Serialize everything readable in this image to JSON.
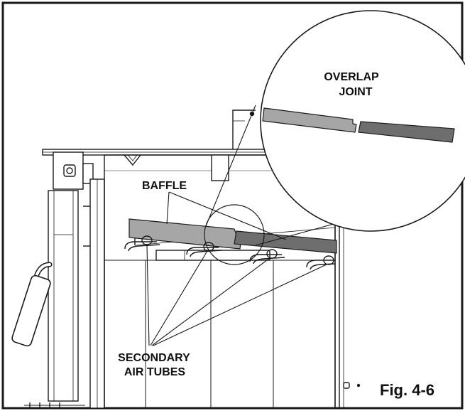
{
  "labels": {
    "overlap_joint_line1": "OVERLAP",
    "overlap_joint_line2": "JOINT",
    "baffle": "BAFFLE",
    "secondary_air_tubes_line1": "SECONDARY",
    "secondary_air_tubes_line2": "AIR TUBES",
    "figure_number": "Fig. 4-6"
  },
  "colors": {
    "line": "#1a1a1a",
    "baffle_light": "#a6a6a6",
    "baffle_dark": "#6e6e6e",
    "background": "#ffffff"
  }
}
